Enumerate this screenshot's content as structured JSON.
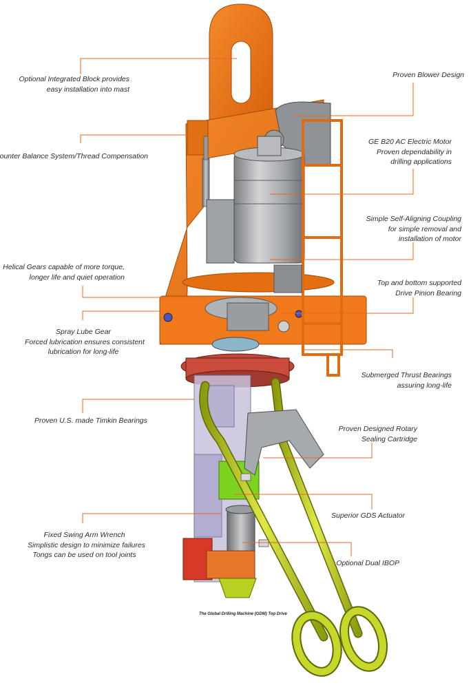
{
  "caption": "The Global Drilling Machine (GDM) Top Drive",
  "colors": {
    "leader_line": "#e8641e",
    "frame_orange": "#f07a1a",
    "motor_grey": "#a9acaf",
    "link_arms_yellow": "#b8c818",
    "actuator_green": "#7ed321",
    "wrench_red": "#d83a2a"
  },
  "labels": {
    "integrated_block": [
      "Optional Integrated Block provides",
      "easy installation into mast"
    ],
    "counter_balance": [
      "Counter Balance System/Thread Compensation"
    ],
    "helical_gears": [
      "Helical Gears capable of more torque,",
      "longer life and quiet operation"
    ],
    "spray_lube": [
      "Spray Lube Gear",
      "Forced lubrication ensures consistent",
      "lubrication for long-life"
    ],
    "timkin_bearings": [
      "Proven U.S. made Timkin Bearings"
    ],
    "swing_arm_wrench": [
      "Fixed Swing Arm Wrench",
      "Simplistic design to minimize failures",
      "Tongs can be used on tool joints"
    ],
    "blower_design": [
      "Proven Blower Design"
    ],
    "electric_motor": [
      "GE B20 AC Electric Motor",
      "Proven dependability in",
      "drilling applications"
    ],
    "coupling": [
      "Simple Self-Aligning Coupling",
      "for simple removal and",
      "installation of motor"
    ],
    "drive_pinion": [
      "Top and bottom supported",
      "Drive Pinion Bearing"
    ],
    "thrust_bearings": [
      "Submerged Thrust Bearings",
      "assuring long-life"
    ],
    "rotary_cartridge": [
      "Proven Designed Rotary",
      "Sealing Cartridge"
    ],
    "gds_actuator": [
      "Superior GDS Actuator"
    ],
    "dual_ibop": [
      "Optional Dual IBOP"
    ]
  }
}
